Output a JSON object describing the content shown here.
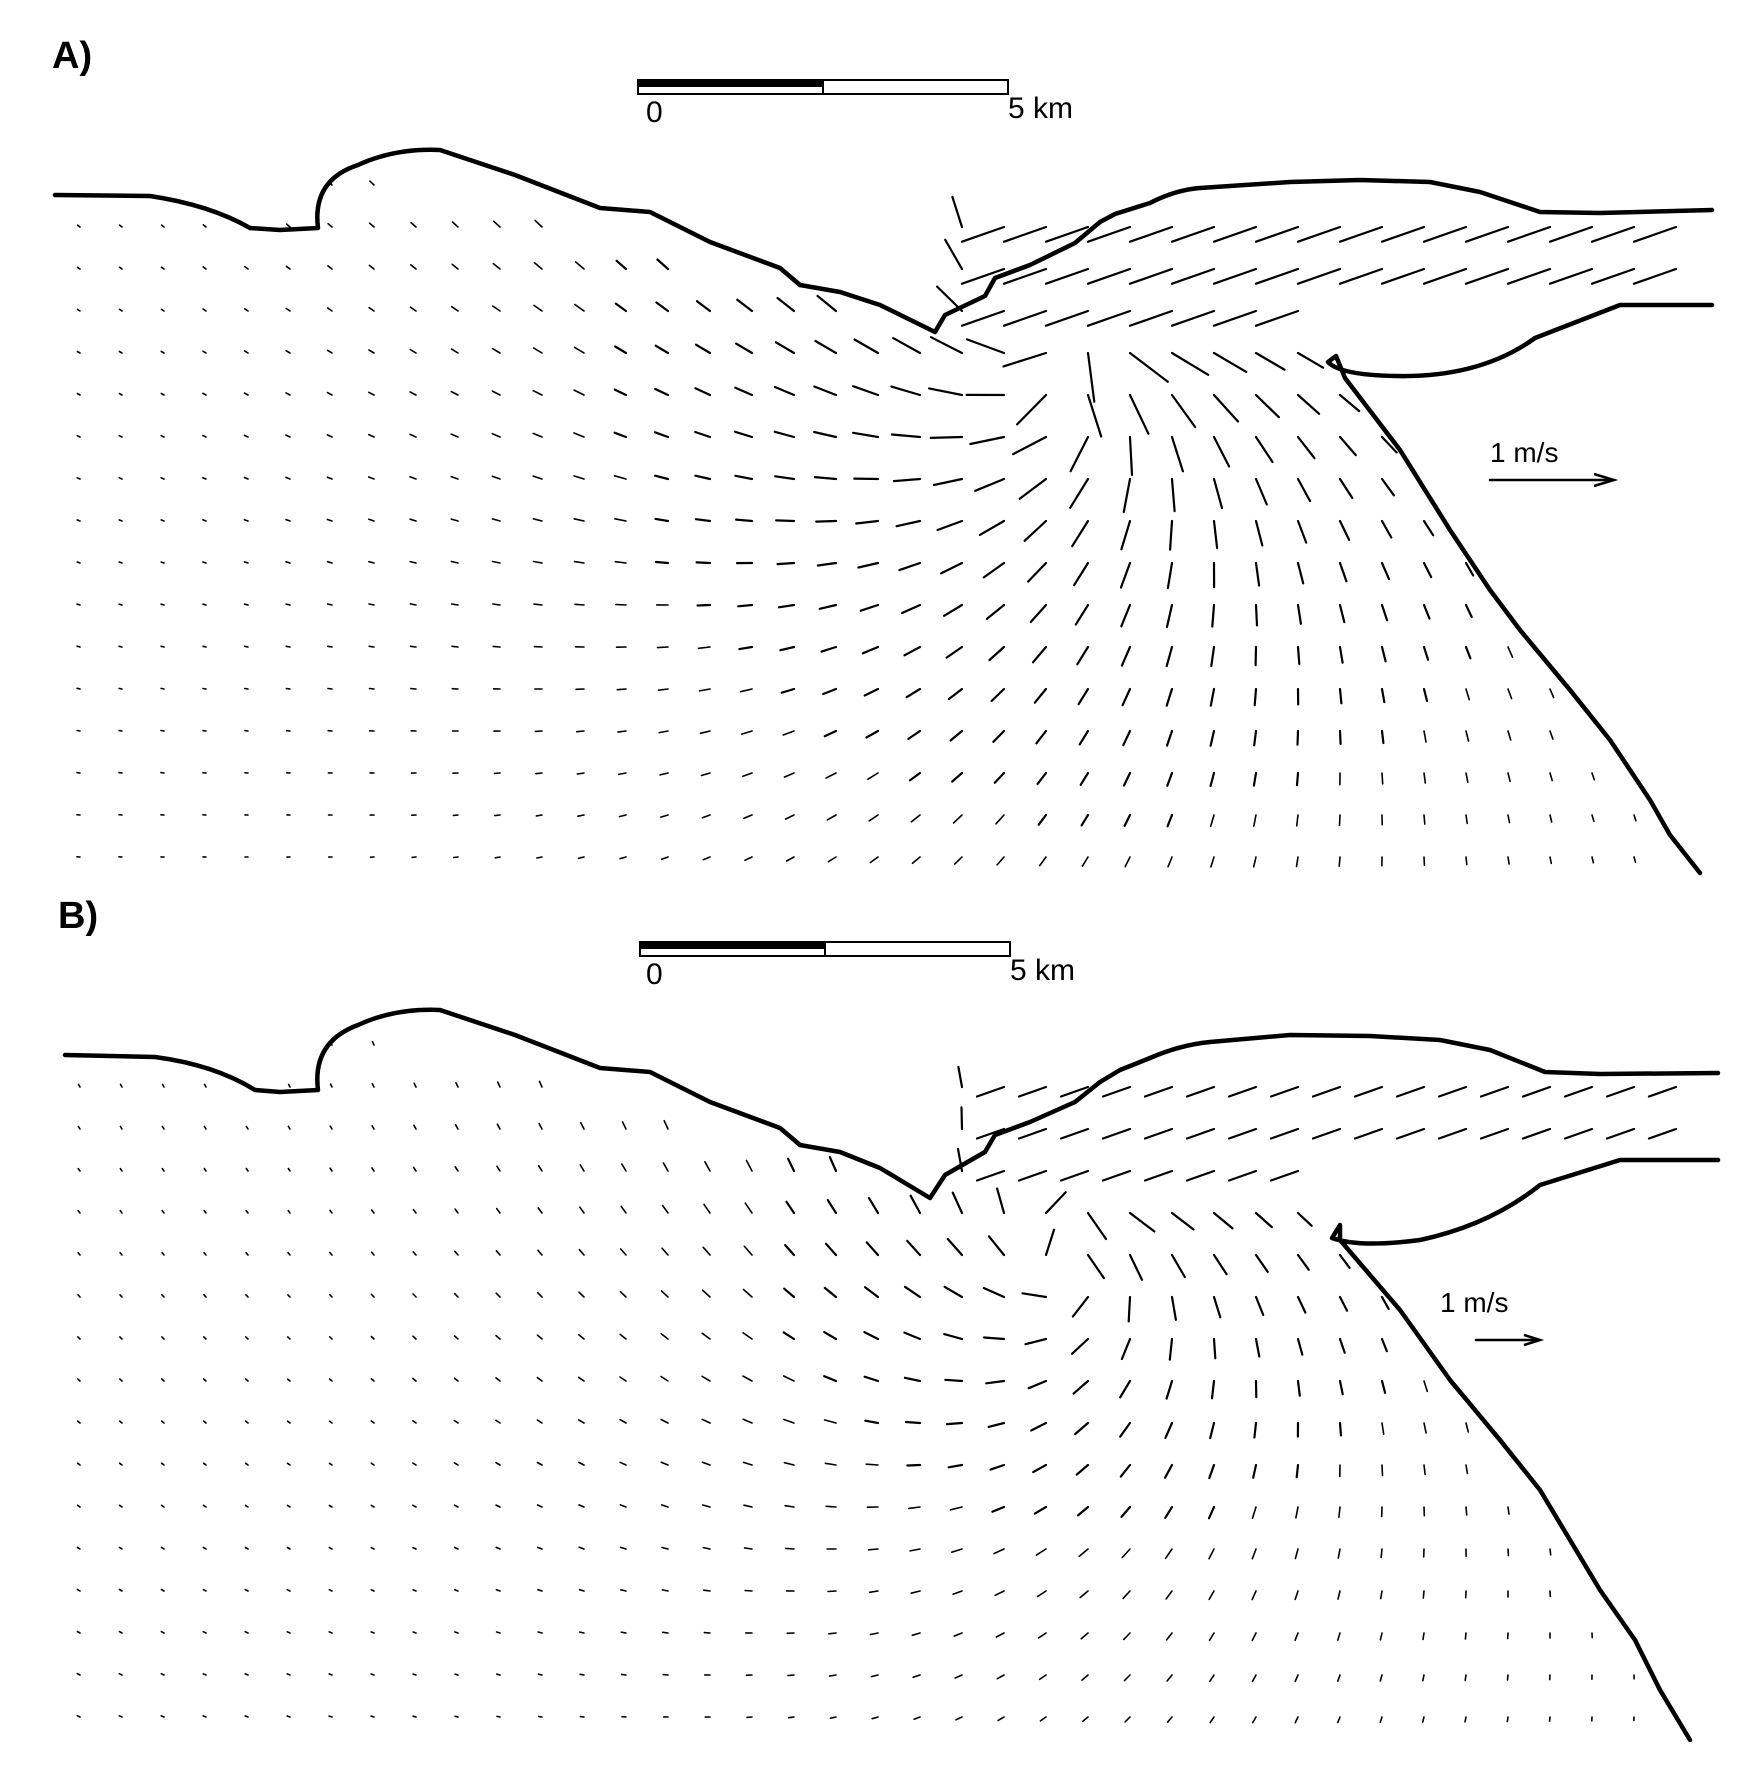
{
  "panels": [
    {
      "id": "A",
      "label": "A)",
      "scale_bar": {
        "start_label": "0",
        "end_label": "5 km"
      },
      "velocity_key": {
        "label": "1 m/s"
      }
    },
    {
      "id": "B",
      "label": "B)",
      "scale_bar": {
        "start_label": "0",
        "end_label": "5 km"
      },
      "velocity_key": {
        "label": "1 m/s"
      }
    }
  ],
  "colors": {
    "ink": "#000000",
    "background": "#ffffff"
  }
}
